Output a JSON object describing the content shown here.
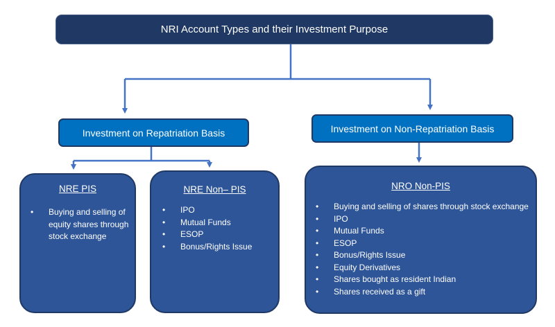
{
  "title": "NRI Account Types and their Investment Purpose",
  "branches": {
    "repatriation": "Investment on Repatriation Basis",
    "non_repatriation": "Investment on Non-Repatriation Basis"
  },
  "cards": {
    "nre_pis": {
      "title": "NRE PIS",
      "items": [
        "Buying and selling of equity shares through stock exchange"
      ]
    },
    "nre_non_pis": {
      "title": "NRE Non– PIS",
      "items": [
        "IPO",
        "Mutual Funds",
        "ESOP",
        "Bonus/Rights Issue"
      ]
    },
    "nro_non_pis": {
      "title": "NRO Non-PIS",
      "items": [
        "Buying and selling of shares through stock exchange",
        "IPO",
        "Mutual Funds",
        "ESOP",
        "Bonus/Rights Issue",
        "Equity Derivatives",
        "Shares bought as resident Indian",
        "Shares received as a gift"
      ]
    }
  },
  "colors": {
    "title_fill": "#1f3864",
    "branch_fill": "#0070c0",
    "card_fill": "#2e5597",
    "connector": "#4472c4"
  }
}
